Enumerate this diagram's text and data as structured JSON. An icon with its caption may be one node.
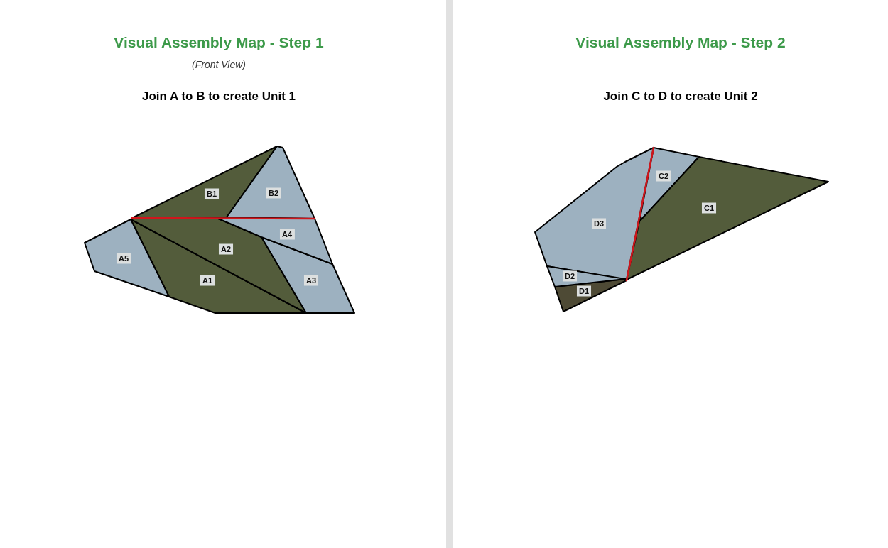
{
  "diagram": {
    "nodes": [
      {
        "text": [
          "B1"
        ]
      },
      {
        "text": [
          "B2"
        ]
      },
      {
        "text": [
          "A4"
        ]
      },
      {
        "text": [
          "A2"
        ]
      },
      {
        "text": [
          "A5"
        ]
      },
      {
        "text": [
          "A1"
        ]
      },
      {
        "text": [
          "A3"
        ]
      },
      {
        "text": [
          "C2"
        ]
      },
      {
        "text": [
          "C1"
        ]
      },
      {
        "text": [
          "D3"
        ]
      },
      {
        "text": [
          "D2"
        ]
      },
      {
        "text": [
          "D1"
        ]
      }
    ],
    "labels": [
      "Visual Assembly Map - Step 1",
      "(Front View)",
      "Join A to B to create Unit 1",
      "Visual Assembly Map - Step 2",
      "Join C to D to create Unit 2"
    ]
  }
}
